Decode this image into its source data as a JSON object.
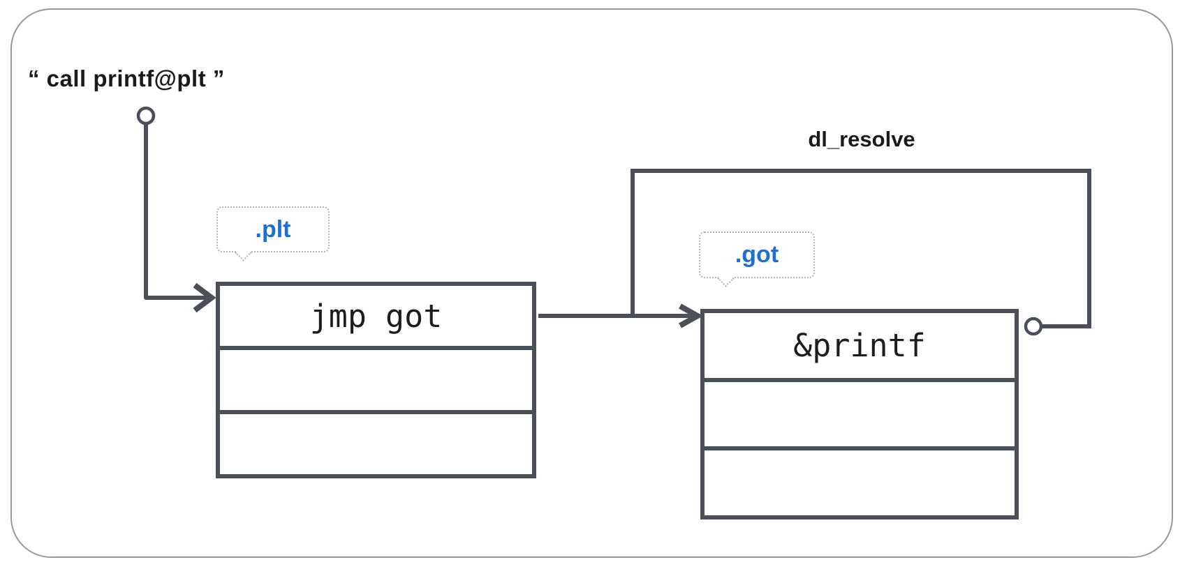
{
  "diagram": {
    "title_hint": "PLT/GOT lazy dynamic linking",
    "call_label": "“ call printf@plt ”",
    "dl_resolve_label": "dl_resolve",
    "plt": {
      "bubble_label": ".plt",
      "rows": [
        "jmp got",
        "",
        ""
      ]
    },
    "got": {
      "bubble_label": ".got",
      "rows": [
        "&printf",
        "",
        ""
      ]
    }
  },
  "colors": {
    "connector_stroke": "#4b5058",
    "accent_blue": "#1e6fd0",
    "text": "#1a1a1a",
    "frame_border": "#989898",
    "bubble_border": "#b3b3b3",
    "background": "#ffffff"
  }
}
